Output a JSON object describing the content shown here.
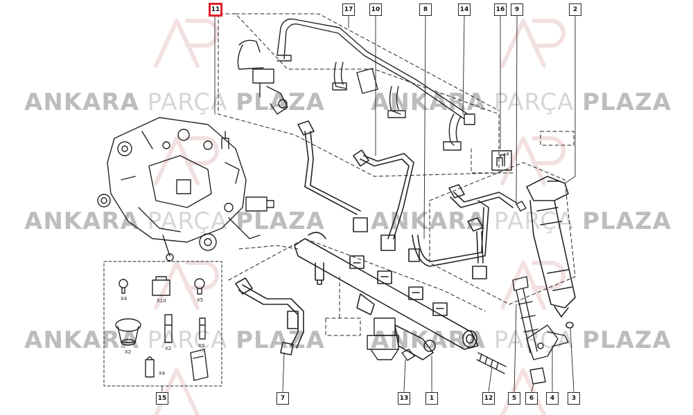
{
  "watermark": {
    "word1": "ANKARA",
    "word2": "PARÇA",
    "word3": "PLAZA",
    "logo_text": "AP"
  },
  "callouts": [
    "11",
    "17",
    "10",
    "8",
    "14",
    "16",
    "9",
    "2",
    "15",
    "7",
    "13",
    "1",
    "12",
    "5",
    "6",
    "4",
    "3"
  ],
  "highlighted_callout": "11",
  "kit_labels": {
    "x4_screw": "X4",
    "x10_nut": "X10",
    "x5_screw": "X5",
    "x2_bushing": "X2",
    "x2_stud": "X2",
    "x9_stud": "X9",
    "x4_plug": "X4",
    "x4_clip": "x4"
  },
  "colors": {
    "line": "#222222",
    "highlight": "#e0202a",
    "watermark": "#c9c9c9"
  }
}
